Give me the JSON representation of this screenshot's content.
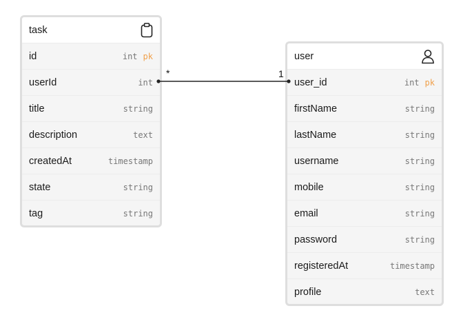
{
  "entities": {
    "task": {
      "title": "task",
      "icon": "clipboard-icon",
      "fields": [
        {
          "name": "id",
          "type": "int",
          "key": "pk"
        },
        {
          "name": "userId",
          "type": "int",
          "key": ""
        },
        {
          "name": "title",
          "type": "string",
          "key": ""
        },
        {
          "name": "description",
          "type": "text",
          "key": ""
        },
        {
          "name": "createdAt",
          "type": "timestamp",
          "key": ""
        },
        {
          "name": "state",
          "type": "string",
          "key": ""
        },
        {
          "name": "tag",
          "type": "string",
          "key": ""
        }
      ]
    },
    "user": {
      "title": "user",
      "icon": "user-icon",
      "fields": [
        {
          "name": "user_id",
          "type": "int",
          "key": "pk"
        },
        {
          "name": "firstName",
          "type": "string",
          "key": ""
        },
        {
          "name": "lastName",
          "type": "string",
          "key": ""
        },
        {
          "name": "username",
          "type": "string",
          "key": ""
        },
        {
          "name": "mobile",
          "type": "string",
          "key": ""
        },
        {
          "name": "email",
          "type": "string",
          "key": ""
        },
        {
          "name": "password",
          "type": "string",
          "key": ""
        },
        {
          "name": "registeredAt",
          "type": "timestamp",
          "key": ""
        },
        {
          "name": "profile",
          "type": "text",
          "key": ""
        }
      ]
    }
  },
  "relationship": {
    "from": "task.userId",
    "to": "user.user_id",
    "from_cardinality": "*",
    "to_cardinality": "1"
  },
  "colors": {
    "key_accent": "#f0a04b",
    "border": "#dedede",
    "line": "#222222"
  }
}
